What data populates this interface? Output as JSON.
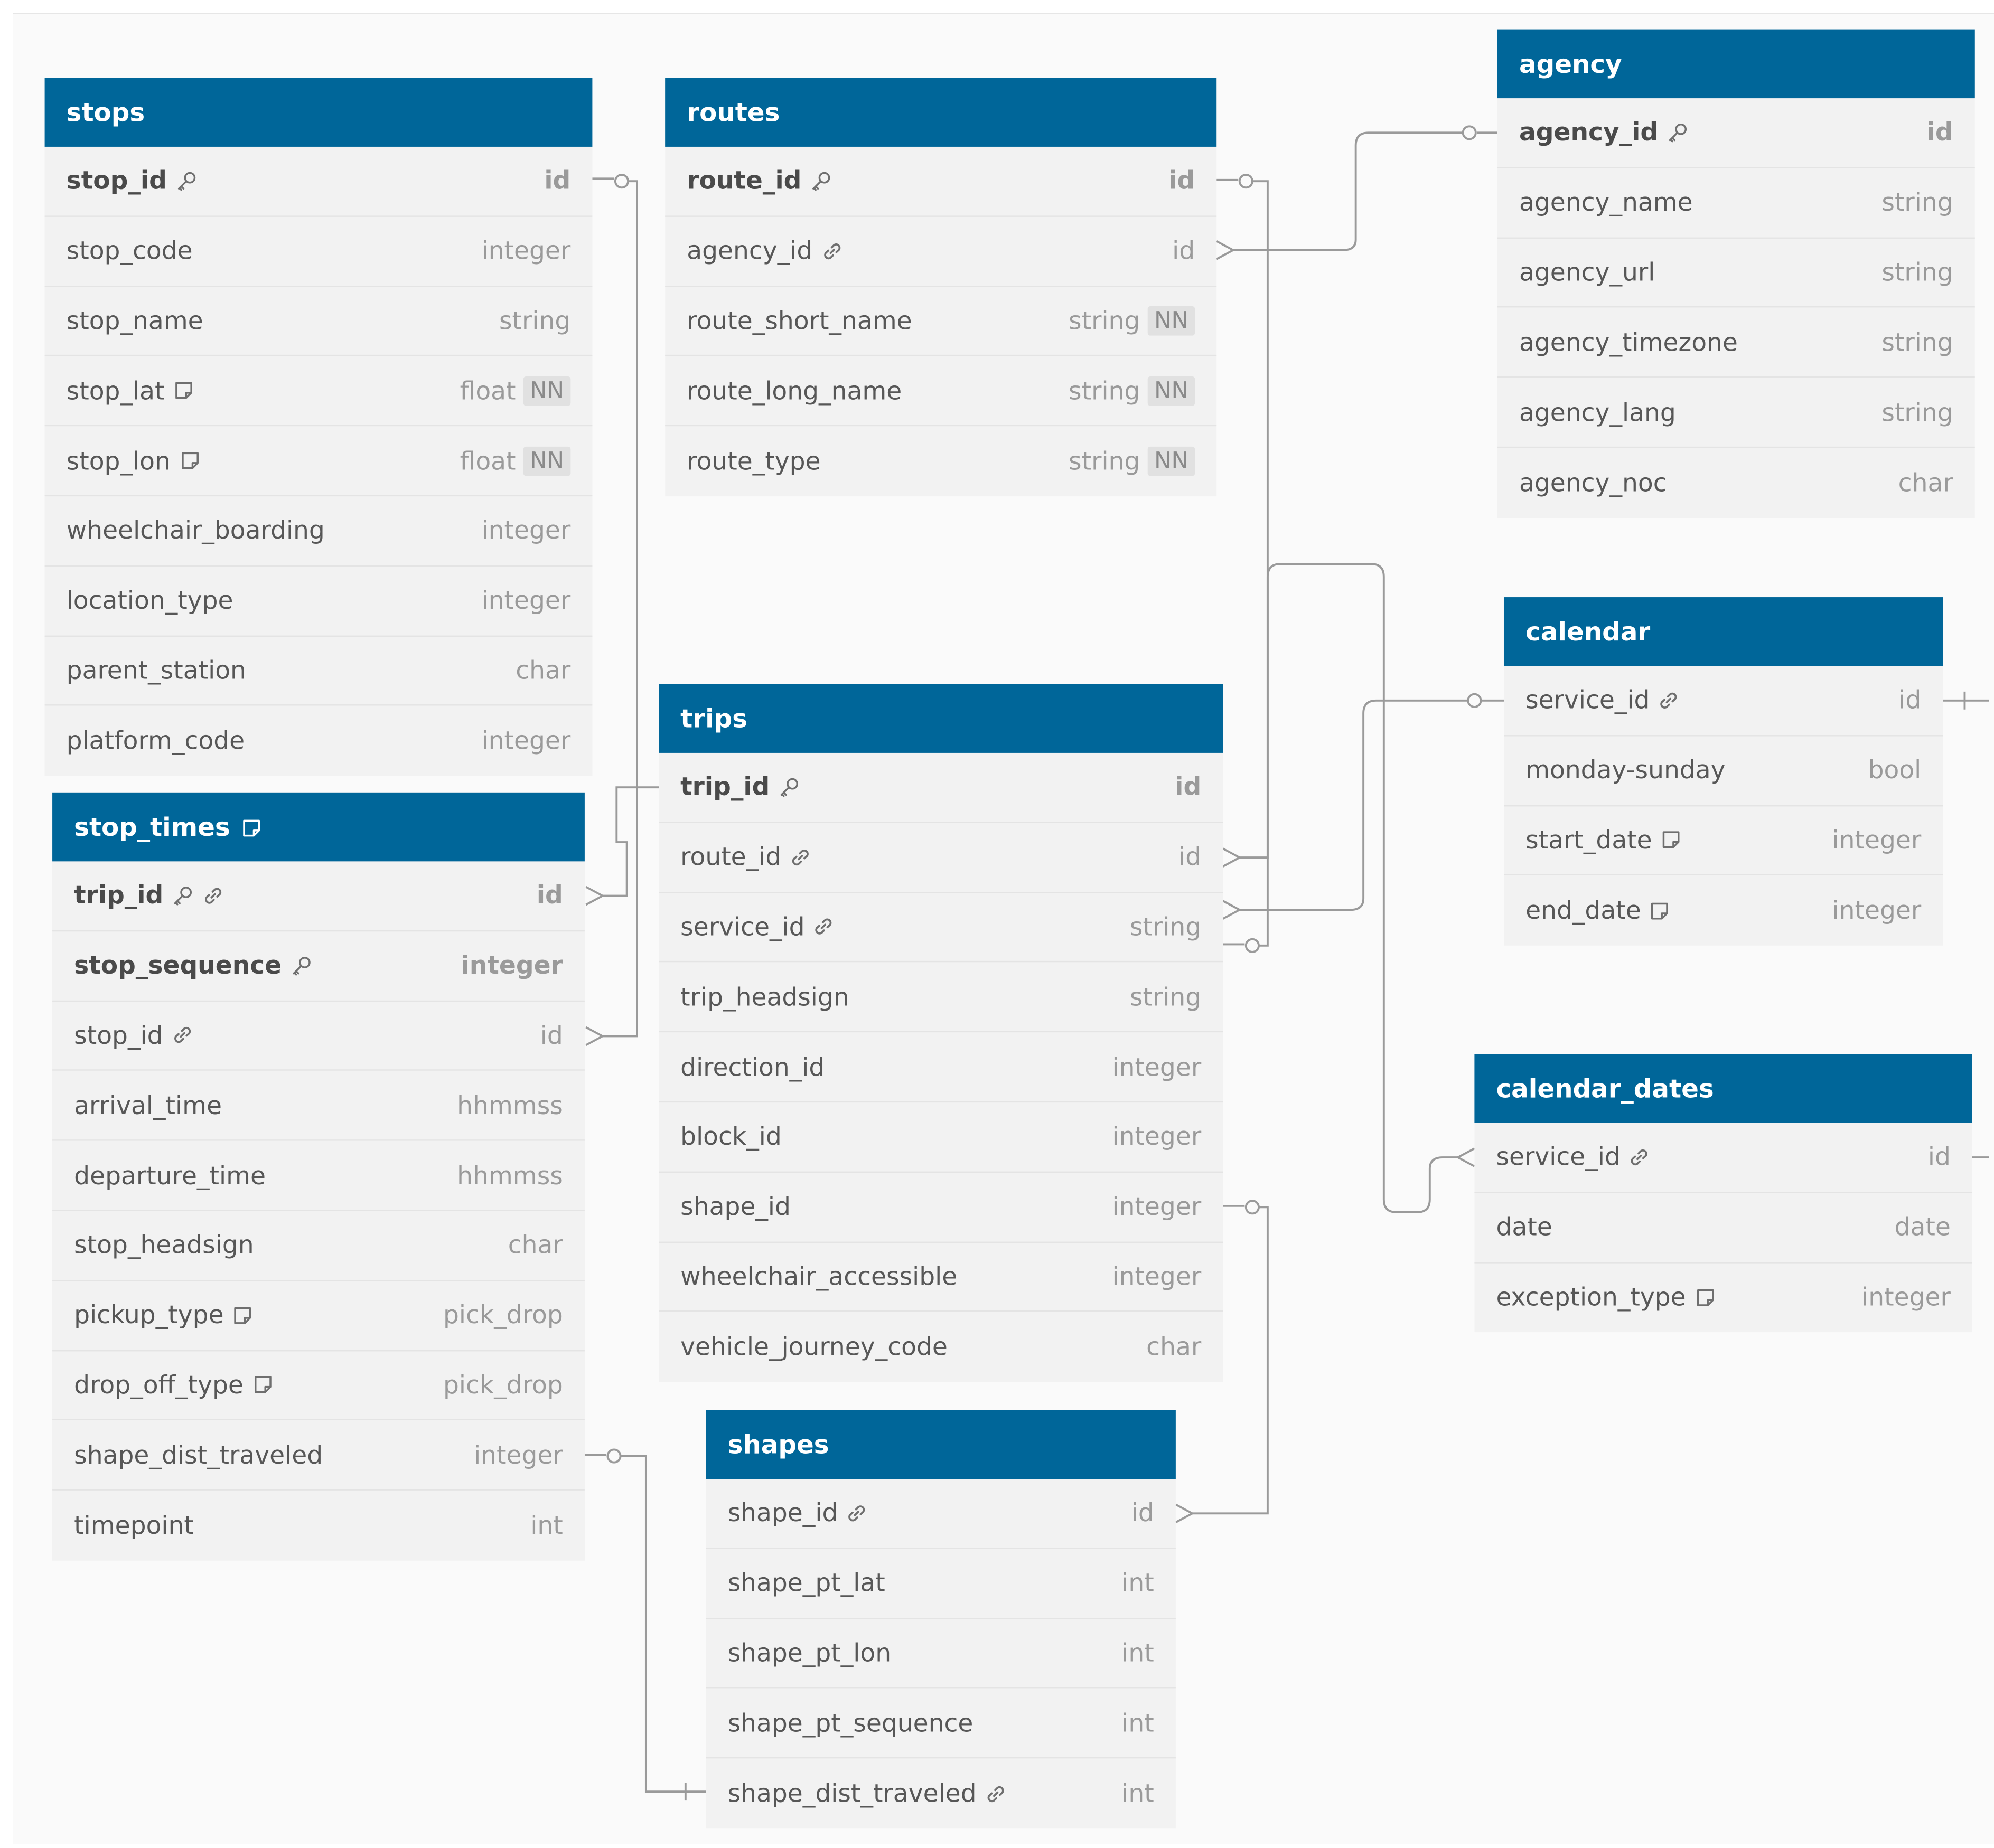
{
  "tables": [
    {
      "id": "stops",
      "name": "stops",
      "header_icon": "",
      "fields": [
        {
          "name": "stop_id",
          "type": "id",
          "pk": true,
          "icons": [
            "key-icon"
          ],
          "nn": false
        },
        {
          "name": "stop_code",
          "type": "integer",
          "pk": false,
          "icons": [],
          "nn": false
        },
        {
          "name": "stop_name",
          "type": "string",
          "pk": false,
          "icons": [],
          "nn": false
        },
        {
          "name": "stop_lat",
          "type": "float",
          "pk": false,
          "icons": [
            "note-icon"
          ],
          "nn": true
        },
        {
          "name": "stop_lon",
          "type": "float",
          "pk": false,
          "icons": [
            "note-icon"
          ],
          "nn": true
        },
        {
          "name": "wheelchair_boarding",
          "type": "integer",
          "pk": false,
          "icons": [],
          "nn": false
        },
        {
          "name": "location_type",
          "type": "integer",
          "pk": false,
          "icons": [],
          "nn": false
        },
        {
          "name": "parent_station",
          "type": "char",
          "pk": false,
          "icons": [],
          "nn": false
        },
        {
          "name": "platform_code",
          "type": "integer",
          "pk": false,
          "icons": [],
          "nn": false
        }
      ]
    },
    {
      "id": "routes",
      "name": "routes",
      "header_icon": "",
      "fields": [
        {
          "name": "route_id",
          "type": "id",
          "pk": true,
          "icons": [
            "key-icon"
          ],
          "nn": false
        },
        {
          "name": "agency_id",
          "type": "id",
          "pk": false,
          "icons": [
            "link-icon"
          ],
          "nn": false
        },
        {
          "name": "route_short_name",
          "type": "string",
          "pk": false,
          "icons": [],
          "nn": true
        },
        {
          "name": "route_long_name",
          "type": "string",
          "pk": false,
          "icons": [],
          "nn": true
        },
        {
          "name": "route_type",
          "type": "string",
          "pk": false,
          "icons": [],
          "nn": true
        }
      ]
    },
    {
      "id": "agency",
      "name": "agency",
      "header_icon": "",
      "fields": [
        {
          "name": "agency_id",
          "type": "id",
          "pk": true,
          "icons": [
            "key-icon"
          ],
          "nn": false
        },
        {
          "name": "agency_name",
          "type": "string",
          "pk": false,
          "icons": [],
          "nn": false
        },
        {
          "name": "agency_url",
          "type": "string",
          "pk": false,
          "icons": [],
          "nn": false
        },
        {
          "name": "agency_timezone",
          "type": "string",
          "pk": false,
          "icons": [],
          "nn": false
        },
        {
          "name": "agency_lang",
          "type": "string",
          "pk": false,
          "icons": [],
          "nn": false
        },
        {
          "name": "agency_noc",
          "type": "char",
          "pk": false,
          "icons": [],
          "nn": false
        }
      ]
    },
    {
      "id": "calendar",
      "name": "calendar",
      "header_icon": "",
      "fields": [
        {
          "name": "service_id",
          "type": "id",
          "pk": false,
          "icons": [
            "link-icon"
          ],
          "nn": false
        },
        {
          "name": "monday-sunday",
          "type": "bool",
          "pk": false,
          "icons": [],
          "nn": false
        },
        {
          "name": "start_date",
          "type": "integer",
          "pk": false,
          "icons": [
            "note-icon"
          ],
          "nn": false
        },
        {
          "name": "end_date",
          "type": "integer",
          "pk": false,
          "icons": [
            "note-icon"
          ],
          "nn": false
        }
      ]
    },
    {
      "id": "trips",
      "name": "trips",
      "header_icon": "",
      "fields": [
        {
          "name": "trip_id",
          "type": "id",
          "pk": true,
          "icons": [
            "key-icon"
          ],
          "nn": false
        },
        {
          "name": "route_id",
          "type": "id",
          "pk": false,
          "icons": [
            "link-icon"
          ],
          "nn": false
        },
        {
          "name": "service_id",
          "type": "string",
          "pk": false,
          "icons": [
            "link-icon"
          ],
          "nn": false
        },
        {
          "name": "trip_headsign",
          "type": "string",
          "pk": false,
          "icons": [],
          "nn": false
        },
        {
          "name": "direction_id",
          "type": "integer",
          "pk": false,
          "icons": [],
          "nn": false
        },
        {
          "name": "block_id",
          "type": "integer",
          "pk": false,
          "icons": [],
          "nn": false
        },
        {
          "name": "shape_id",
          "type": "integer",
          "pk": false,
          "icons": [],
          "nn": false
        },
        {
          "name": "wheelchair_accessible",
          "type": "integer",
          "pk": false,
          "icons": [],
          "nn": false
        },
        {
          "name": "vehicle_journey_code",
          "type": "char",
          "pk": false,
          "icons": [],
          "nn": false
        }
      ]
    },
    {
      "id": "stop_times",
      "name": "stop_times",
      "header_icon": "note-icon",
      "fields": [
        {
          "name": "trip_id",
          "type": "id",
          "pk": true,
          "icons": [
            "key-icon",
            "link-icon"
          ],
          "nn": false
        },
        {
          "name": "stop_sequence",
          "type": "integer",
          "pk": true,
          "icons": [
            "key-icon"
          ],
          "nn": false
        },
        {
          "name": "stop_id",
          "type": "id",
          "pk": false,
          "icons": [
            "link-icon"
          ],
          "nn": false
        },
        {
          "name": "arrival_time",
          "type": "hhmmss",
          "pk": false,
          "icons": [],
          "nn": false
        },
        {
          "name": "departure_time",
          "type": "hhmmss",
          "pk": false,
          "icons": [],
          "nn": false
        },
        {
          "name": "stop_headsign",
          "type": "char",
          "pk": false,
          "icons": [],
          "nn": false
        },
        {
          "name": "pickup_type",
          "type": "pick_drop",
          "pk": false,
          "icons": [
            "note-icon"
          ],
          "nn": false
        },
        {
          "name": "drop_off_type",
          "type": "pick_drop",
          "pk": false,
          "icons": [
            "note-icon"
          ],
          "nn": false
        },
        {
          "name": "shape_dist_traveled",
          "type": "integer",
          "pk": false,
          "icons": [],
          "nn": false
        },
        {
          "name": "timepoint",
          "type": "int",
          "pk": false,
          "icons": [],
          "nn": false
        }
      ]
    },
    {
      "id": "calendar_dates",
      "name": "calendar_dates",
      "header_icon": "",
      "fields": [
        {
          "name": "service_id",
          "type": "id",
          "pk": false,
          "icons": [
            "link-icon"
          ],
          "nn": false
        },
        {
          "name": "date",
          "type": "date",
          "pk": false,
          "icons": [],
          "nn": false
        },
        {
          "name": "exception_type",
          "type": "integer",
          "pk": false,
          "icons": [
            "note-icon"
          ],
          "nn": false
        }
      ]
    },
    {
      "id": "shapes",
      "name": "shapes",
      "header_icon": "",
      "fields": [
        {
          "name": "shape_id",
          "type": "id",
          "pk": false,
          "icons": [
            "link-icon"
          ],
          "nn": false
        },
        {
          "name": "shape_pt_lat",
          "type": "int",
          "pk": false,
          "icons": [],
          "nn": false
        },
        {
          "name": "shape_pt_lon",
          "type": "int",
          "pk": false,
          "icons": [],
          "nn": false
        },
        {
          "name": "shape_pt_sequence",
          "type": "int",
          "pk": false,
          "icons": [],
          "nn": false
        },
        {
          "name": "shape_dist_traveled",
          "type": "int",
          "pk": false,
          "icons": [
            "link-icon"
          ],
          "nn": false
        }
      ]
    }
  ],
  "nn_label": "NN",
  "relationships": [
    {
      "from": "stops.stop_id",
      "to": "stop_times.stop_id",
      "from_end": "one",
      "to_end": "many"
    },
    {
      "from": "trips.trip_id",
      "to": "stop_times.trip_id",
      "from_end": "one",
      "to_end": "many"
    },
    {
      "from": "agency.agency_id",
      "to": "routes.agency_id",
      "from_end": "one",
      "to_end": "many"
    },
    {
      "from": "routes.route_id",
      "to": "trips.route_id",
      "from_end": "one",
      "to_end": "many"
    },
    {
      "from": "calendar.service_id",
      "to": "trips.service_id",
      "from_end": "one",
      "to_end": "many"
    },
    {
      "from": "trips.service_id",
      "to": "calendar_dates.service_id",
      "from_end": "one",
      "to_end": "many"
    },
    {
      "from": "trips.shape_id",
      "to": "shapes.shape_id",
      "from_end": "one",
      "to_end": "many"
    },
    {
      "from": "stop_times.shape_dist_traveled",
      "to": "shapes.shape_dist_traveled",
      "from_end": "one",
      "to_end": "one"
    }
  ],
  "colors": {
    "header": "#006699",
    "header_text": "#ffffff",
    "row_bg": "#f2f2f2",
    "row_text": "#575757",
    "type_text": "#9a9a9a",
    "connector": "#9a9a9a",
    "canvas": "#fafafa"
  }
}
